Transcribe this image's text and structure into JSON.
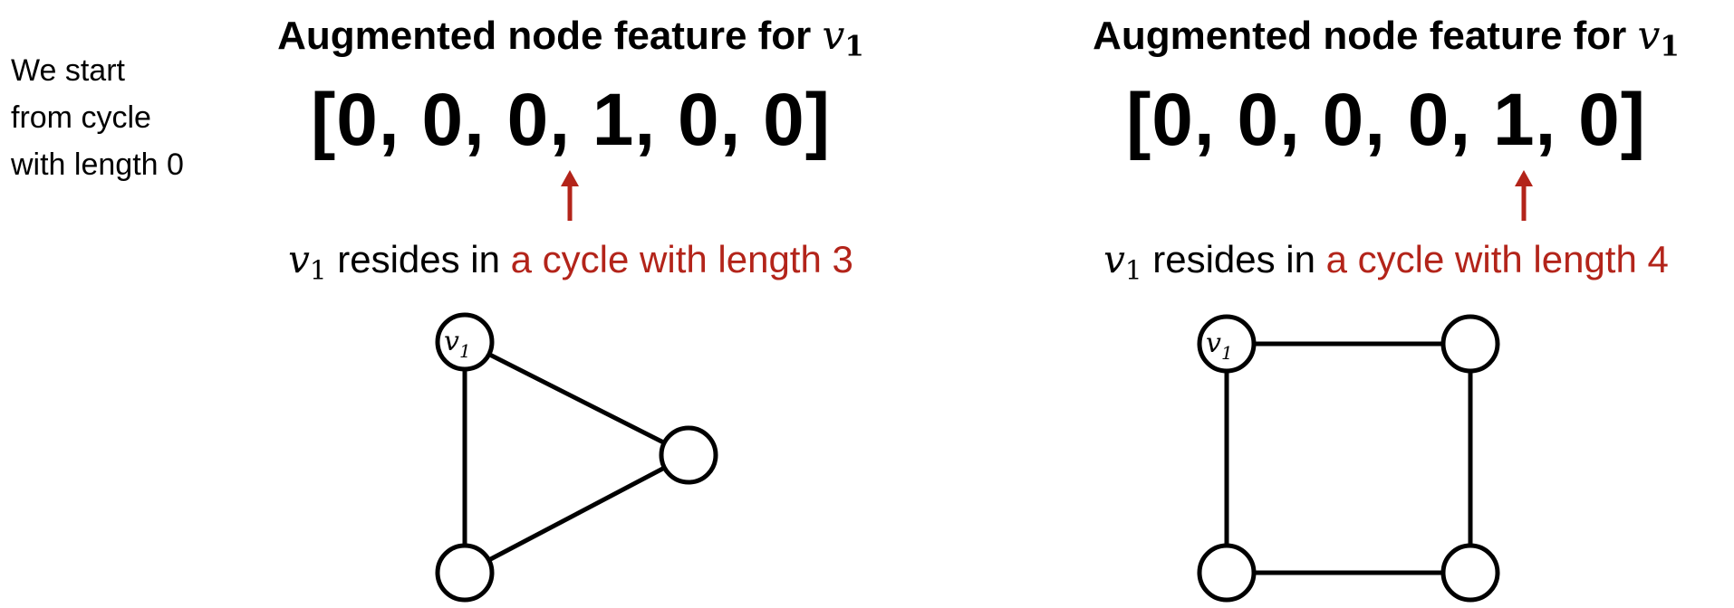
{
  "note": {
    "lines": [
      "We start",
      "from cycle",
      "with length 0"
    ]
  },
  "panels": [
    {
      "title_prefix": "Augmented node feature for ",
      "var_letter": "v",
      "var_sub": "1",
      "vector": "[0, 0, 0, 1, 0, 0]",
      "caption_middle": " resides in ",
      "caption_highlight": "a cycle with length 3",
      "graph": "triangle",
      "cycle_length": 3
    },
    {
      "title_prefix": "Augmented node feature for ",
      "var_letter": "v",
      "var_sub": "1",
      "vector": "[0, 0, 0, 0, 1, 0]",
      "caption_middle": " resides in ",
      "caption_highlight": "a cycle with length 4",
      "graph": "square",
      "cycle_length": 4
    }
  ],
  "colors": {
    "highlight": "#b3241a",
    "arrow": "#b3241a",
    "ink": "#000000"
  }
}
